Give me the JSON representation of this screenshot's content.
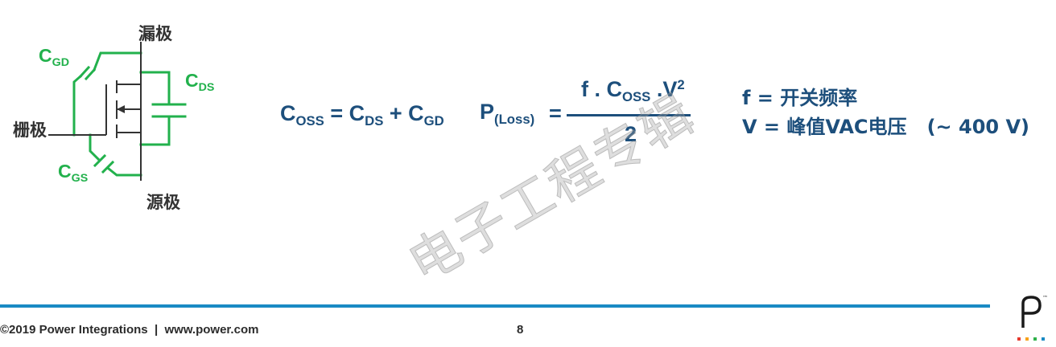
{
  "circuit": {
    "drain_label": "漏极",
    "gate_label": "栅极",
    "source_label": "源极",
    "cgd": {
      "main": "C",
      "sub": "GD"
    },
    "cds": {
      "main": "C",
      "sub": "DS"
    },
    "cgs": {
      "main": "C",
      "sub": "GS"
    },
    "wire_color": "#22b14c",
    "device_color": "#333333"
  },
  "equation1": {
    "coss": {
      "main": "C",
      "sub": "OSS"
    },
    "equals": " = ",
    "cds": {
      "main": "C",
      "sub": "DS"
    },
    "plus": " + ",
    "cgd": {
      "main": "C",
      "sub": "GD"
    }
  },
  "equation2": {
    "p": {
      "main": "P",
      "sub": "(Loss)"
    },
    "equals": "=",
    "numerator": {
      "pre": "f . C",
      "sub": "OSS",
      "mid": " .V",
      "sup": "2"
    },
    "denominator": "2"
  },
  "definitions": {
    "line1": "f = 开关频率",
    "line2": "V = 峰值VAC电压   (~ 400 V)"
  },
  "watermark": "电子工程专辑",
  "footer": {
    "copyright": "©2019 Power Integrations  |  www.power.com",
    "page_number": "8"
  },
  "colors": {
    "primary_blue": "#1d4f7c",
    "accent_green": "#22b14c",
    "footer_rule": "#1a8ac4",
    "logo_dots": [
      "#e63a2e",
      "#f7a21b",
      "#2fb14a",
      "#1a8ac4"
    ]
  },
  "logo": {
    "tm": "™"
  }
}
